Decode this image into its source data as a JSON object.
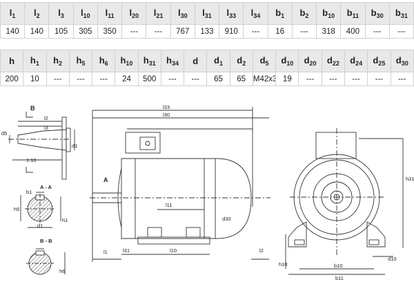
{
  "table1": {
    "headers": [
      {
        "base": "l",
        "sub": "1"
      },
      {
        "base": "l",
        "sub": "2"
      },
      {
        "base": "l",
        "sub": "3"
      },
      {
        "base": "l",
        "sub": "10"
      },
      {
        "base": "l",
        "sub": "11"
      },
      {
        "base": "l",
        "sub": "20"
      },
      {
        "base": "l",
        "sub": "21"
      },
      {
        "base": "l",
        "sub": "30"
      },
      {
        "base": "l",
        "sub": "31"
      },
      {
        "base": "l",
        "sub": "33"
      },
      {
        "base": "l",
        "sub": "34"
      },
      {
        "base": "b",
        "sub": "1"
      },
      {
        "base": "b",
        "sub": "2"
      },
      {
        "base": "b",
        "sub": "10"
      },
      {
        "base": "b",
        "sub": "11"
      },
      {
        "base": "b",
        "sub": "30"
      },
      {
        "base": "b",
        "sub": "31"
      }
    ],
    "values": [
      "140",
      "140",
      "105",
      "305",
      "350",
      "---",
      "---",
      "767",
      "133",
      "910",
      "---",
      "16",
      "---",
      "318",
      "400",
      "---",
      "---"
    ]
  },
  "table2": {
    "headers": [
      {
        "base": "h",
        "sub": ""
      },
      {
        "base": "h",
        "sub": "1"
      },
      {
        "base": "h",
        "sub": "2"
      },
      {
        "base": "h",
        "sub": "5"
      },
      {
        "base": "h",
        "sub": "6"
      },
      {
        "base": "h",
        "sub": "10"
      },
      {
        "base": "h",
        "sub": "31"
      },
      {
        "base": "h",
        "sub": "34"
      },
      {
        "base": "d",
        "sub": ""
      },
      {
        "base": "d",
        "sub": "1"
      },
      {
        "base": "d",
        "sub": "2"
      },
      {
        "base": "d",
        "sub": "5"
      },
      {
        "base": "d",
        "sub": "10"
      },
      {
        "base": "d",
        "sub": "20"
      },
      {
        "base": "d",
        "sub": "22"
      },
      {
        "base": "d",
        "sub": "24"
      },
      {
        "base": "d",
        "sub": "25"
      },
      {
        "base": "d",
        "sub": "30"
      }
    ],
    "values": [
      "200",
      "10",
      "---",
      "---",
      "---",
      "24",
      "500",
      "---",
      "---",
      "65",
      "65",
      "M42x3",
      "19",
      "---",
      "---",
      "---",
      "---",
      "---"
    ]
  },
  "drawing": {
    "labels": {
      "section_b_marker": "B",
      "d5": "d5",
      "l2": "l2",
      "l3": "l3",
      "d1": "d1",
      "taper": "1:10",
      "section_aa": "A - A",
      "b1": "b1",
      "h5": "h5",
      "d1_b": "d1",
      "h1": "h1",
      "section_bb": "B - B",
      "h6": "h6",
      "l33": "l33",
      "l30": "l30",
      "a_marker": "A",
      "l11": "l11",
      "d30": "d30",
      "l1": "l1",
      "l31": "l31",
      "l10": "l10",
      "l2_b": "l2",
      "h31": "h31",
      "h10": "h10",
      "d10": "d10",
      "b10": "b10",
      "b11": "b11"
    }
  }
}
